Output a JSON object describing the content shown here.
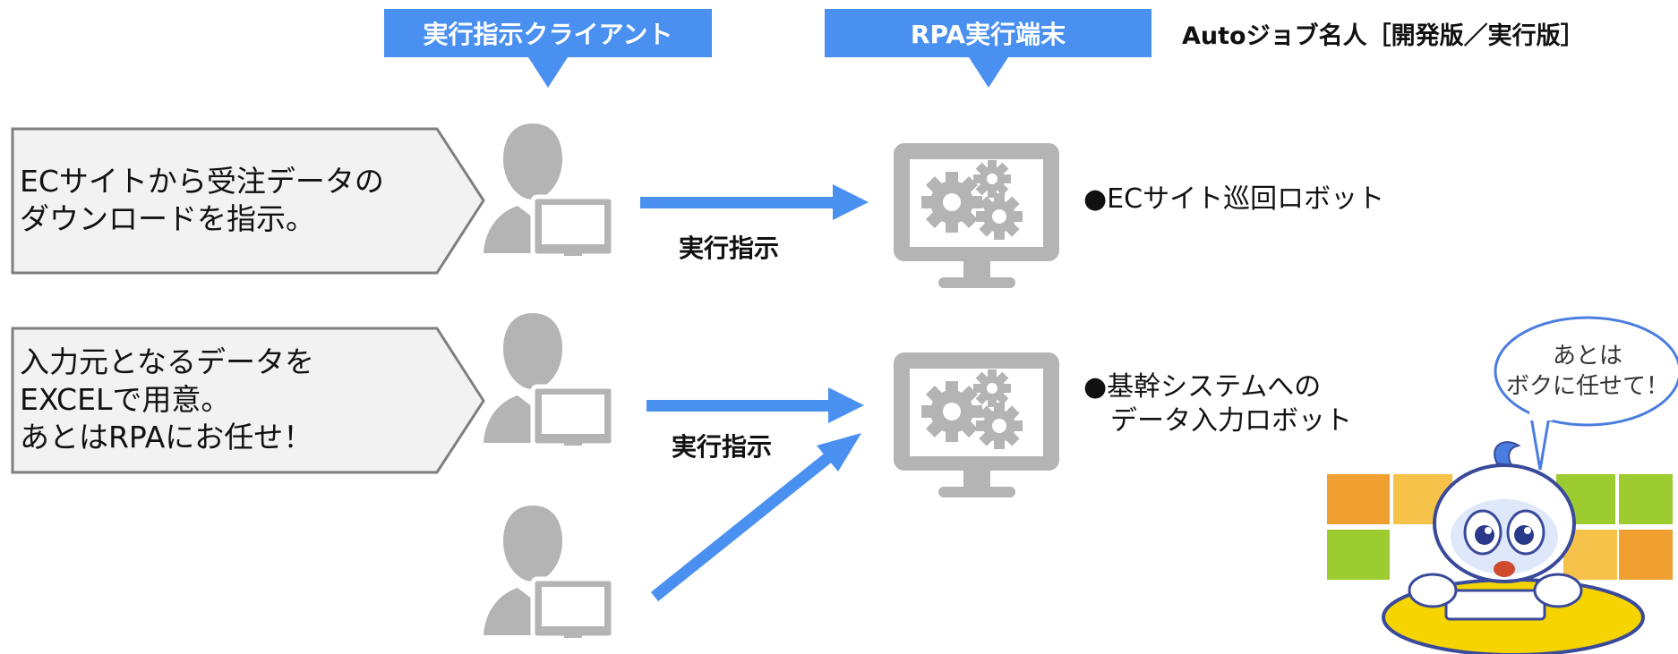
{
  "headers": {
    "client": "実行指示クライアント",
    "terminal": "RPA実行端末",
    "product": "Autoジョブ名人［開発版／実行版］"
  },
  "steps": [
    {
      "lines": [
        "ECサイトから受注データの",
        "ダウンロードを指示。"
      ]
    },
    {
      "lines": [
        "入力元となるデータを",
        "EXCELで用意。",
        "あとはRPAにお任せ！"
      ]
    }
  ],
  "commands": [
    "実行指示",
    "実行指示"
  ],
  "robots": [
    {
      "lines": [
        "●ECサイト巡回ロボット"
      ]
    },
    {
      "lines": [
        "●基幹システムへの",
        "　データ入力ロボット"
      ]
    }
  ],
  "speech": [
    "あとは",
    "ボクに任せて！"
  ],
  "colors": {
    "accent": "#4a90f0",
    "icon_gray": "#b4b4b4",
    "box_fill": "#f2f2f2",
    "box_stroke": "#7f7f7f"
  },
  "icons": [
    "user-with-monitor-icon",
    "gears-monitor-icon",
    "robot-mascot"
  ]
}
